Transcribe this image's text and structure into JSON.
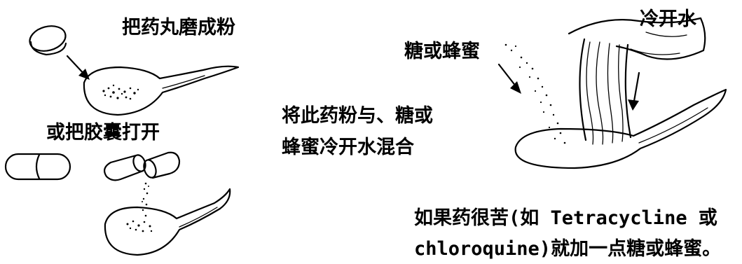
{
  "labels": {
    "grind": "把药丸磨成粉",
    "open_capsule": "或把胶囊打开",
    "sugar_honey": "糖或蜂蜜",
    "cold_water": "冷开水",
    "mix_line1": "将此药粉与、糖或",
    "mix_line2": "蜂蜜冷开水混合",
    "note_line1": "如果药很苦(如 Tetracycline 或",
    "note_line2": "chloroquine)就加一点糖或蜂蜜。"
  },
  "colors": {
    "ink": "#000000",
    "background": "#ffffff"
  },
  "icons": [
    "pill-icon",
    "spoon-icon",
    "capsule-icon",
    "arrow-icon",
    "hand-icon",
    "water-stream-icon"
  ]
}
